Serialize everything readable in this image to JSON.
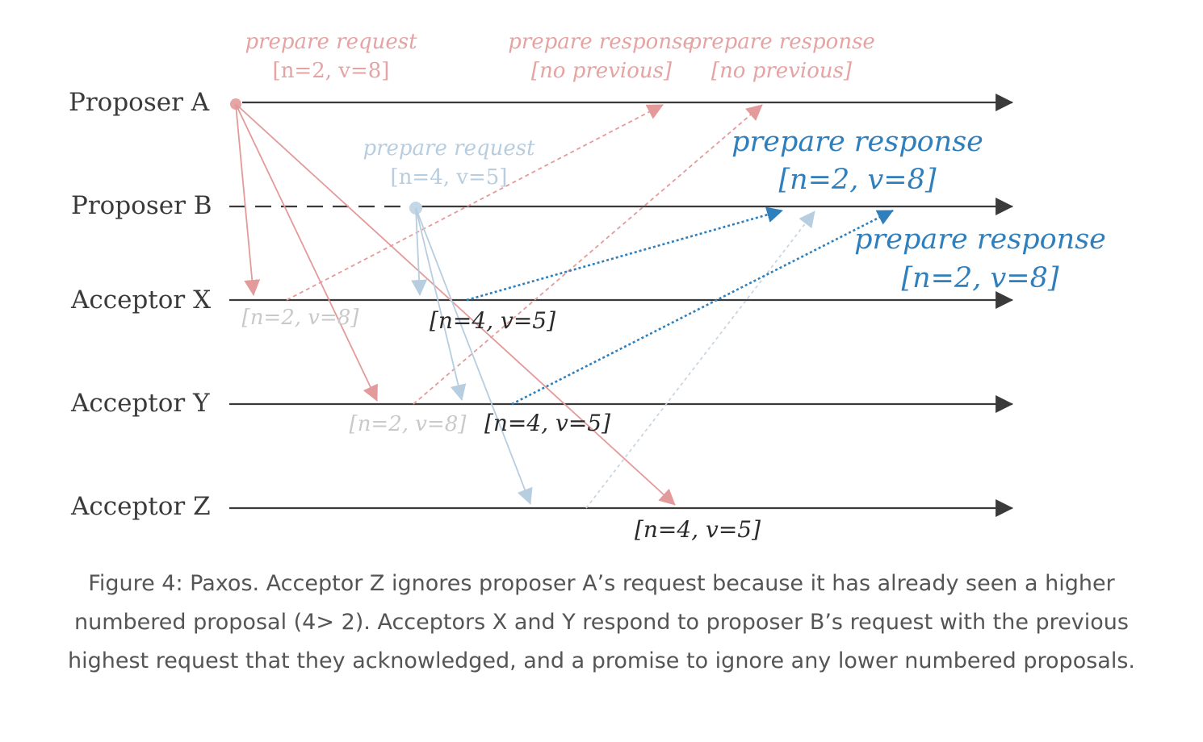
{
  "roles": {
    "proposer_a": "Proposer A",
    "proposer_b": "Proposer B",
    "acceptor_x": "Acceptor X",
    "acceptor_y": "Acceptor Y",
    "acceptor_z": "Acceptor Z"
  },
  "labels": {
    "a_request_title": "prepare request",
    "a_request_value": "[n=2, v=8]",
    "a_response1_title": "prepare response",
    "a_response1_value": "[no previous]",
    "a_response2_title": "prepare response",
    "a_response2_value": "[no previous]",
    "b_request_title": "prepare request",
    "b_request_value": "[n=4, v=5]",
    "b_response1_title": "prepare response",
    "b_response1_value": "[n=2, v=8]",
    "b_response2_title": "prepare response",
    "b_response2_value": "[n=2, v=8]",
    "x_old_state": "[n=2, v=8]",
    "x_state": "[n=4, v=5]",
    "y_old_state": "[n=2, v=8]",
    "y_state": "[n=4, v=5]",
    "z_state": "[n=4, v=5]"
  },
  "colors": {
    "timeline": "#3a3a3a",
    "proposer_a_messages": "#e39a9a",
    "proposer_b_request": "#b7cde0",
    "proposer_b_response": "#2f7fbd"
  },
  "caption": "Figure 4: Paxos. Acceptor Z ignores proposer A’s request because it has already seen a higher numbered proposal (4> 2). Acceptors X and Y respond to proposer B’s request with the previous highest request that they acknowledged, and a promise to ignore any lower numbered proposals."
}
